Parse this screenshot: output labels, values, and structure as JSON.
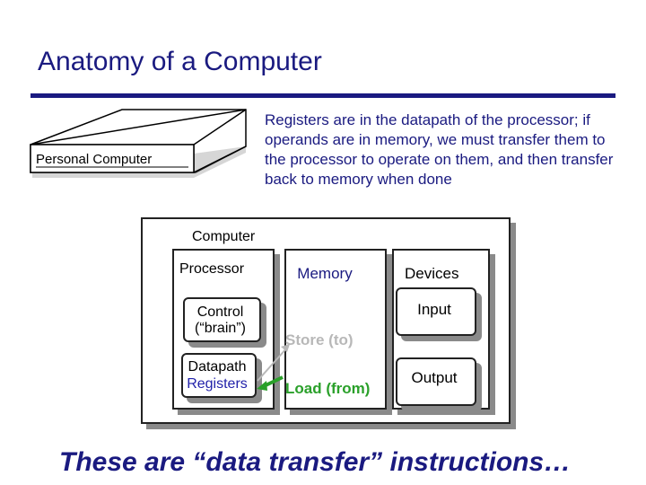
{
  "slide": {
    "title": "Anatomy of a Computer",
    "title_color": "#1a1a80",
    "callout": "Registers are in the datapath of the processor; if operands are in memory, we must transfer them to the processor to operate on them, and then transfer back to memory when done",
    "bottom_text": "These are “data transfer” instructions…"
  },
  "pc": {
    "label": "Personal Computer"
  },
  "computer": {
    "label": "Computer",
    "processor": {
      "label": "Processor",
      "control": {
        "line1": "Control",
        "line2": "(“brain”)"
      },
      "datapath": {
        "line1": "Datapath",
        "line2": "Registers"
      }
    },
    "memory": {
      "label": "Memory",
      "store": "Store (to)",
      "load": "Load (from)"
    },
    "devices": {
      "label": "Devices",
      "input": "Input",
      "output": "Output"
    }
  },
  "colors": {
    "store_arrow": "#b8b8b8",
    "load_arrow": "#2aa02a",
    "shadow": "#8a8a8a"
  }
}
